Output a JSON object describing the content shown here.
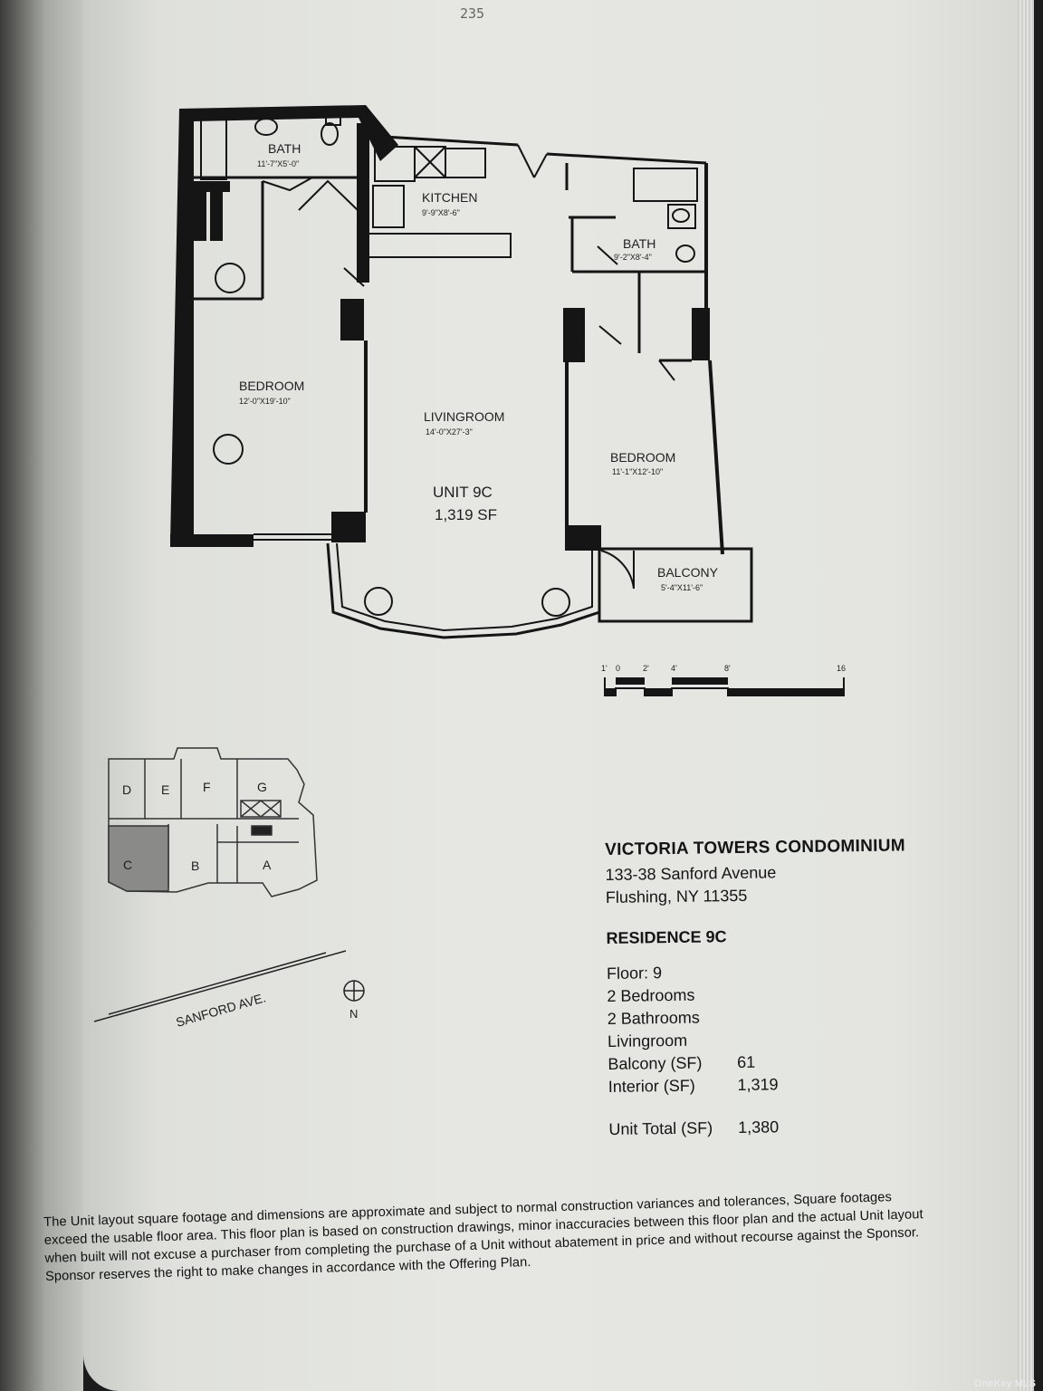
{
  "page_number": "235",
  "plan": {
    "rooms": [
      {
        "name": "BATH",
        "dims": "11'-7\"X5'-0\""
      },
      {
        "name": "KITCHEN",
        "dims": "9'-9\"X8'-6\""
      },
      {
        "name": "BATH",
        "dims": "9'-2\"X8'-4\""
      },
      {
        "name": "BEDROOM",
        "dims": "12'-0\"X19'-10\""
      },
      {
        "name": "LIVINGROOM",
        "dims": "14'-0\"X27'-3\""
      },
      {
        "name": "BEDROOM",
        "dims": "11'-1\"X12'-10\""
      },
      {
        "name": "BALCONY",
        "dims": "5'-4\"X11'-6\""
      }
    ],
    "unit_label": "UNIT 9C",
    "unit_area": "1,319 SF",
    "scale_labels": [
      "1'",
      "0",
      "2'",
      "4'",
      "8'",
      "16"
    ]
  },
  "keyplan": {
    "units": [
      "D",
      "E",
      "F",
      "G",
      "C",
      "B",
      "A"
    ],
    "street": "SANFORD AVE.",
    "north": "N"
  },
  "info": {
    "building": "VICTORIA TOWERS CONDOMINIUM",
    "address_line1": "133-38 Sanford Avenue",
    "address_line2": "Flushing, NY 11355",
    "residence": "RESIDENCE 9C",
    "rows": [
      {
        "label": "Floor: 9",
        "value": ""
      },
      {
        "label": "2 Bedrooms",
        "value": ""
      },
      {
        "label": "2 Bathrooms",
        "value": ""
      },
      {
        "label": "Livingroom",
        "value": ""
      },
      {
        "label": "Balcony (SF)",
        "value": "61"
      },
      {
        "label": "Interior (SF)",
        "value": "1,319"
      }
    ],
    "total_label": "Unit Total (SF)",
    "total_value": "1,380"
  },
  "disclaimer": "The Unit layout square footage and dimensions are approximate and subject to normal construction variances and tolerances, Square footages exceed the usable floor area. This floor plan is based on construction drawings, minor inaccuracies between this floor plan and the actual Unit layout when built will not excuse a purchaser from completing the purchase of a Unit without abatement in price and without recourse against the Sponsor. Sponsor reserves the right to make changes in accordance with the Offering Plan.",
  "watermark": "OneKey MLS"
}
